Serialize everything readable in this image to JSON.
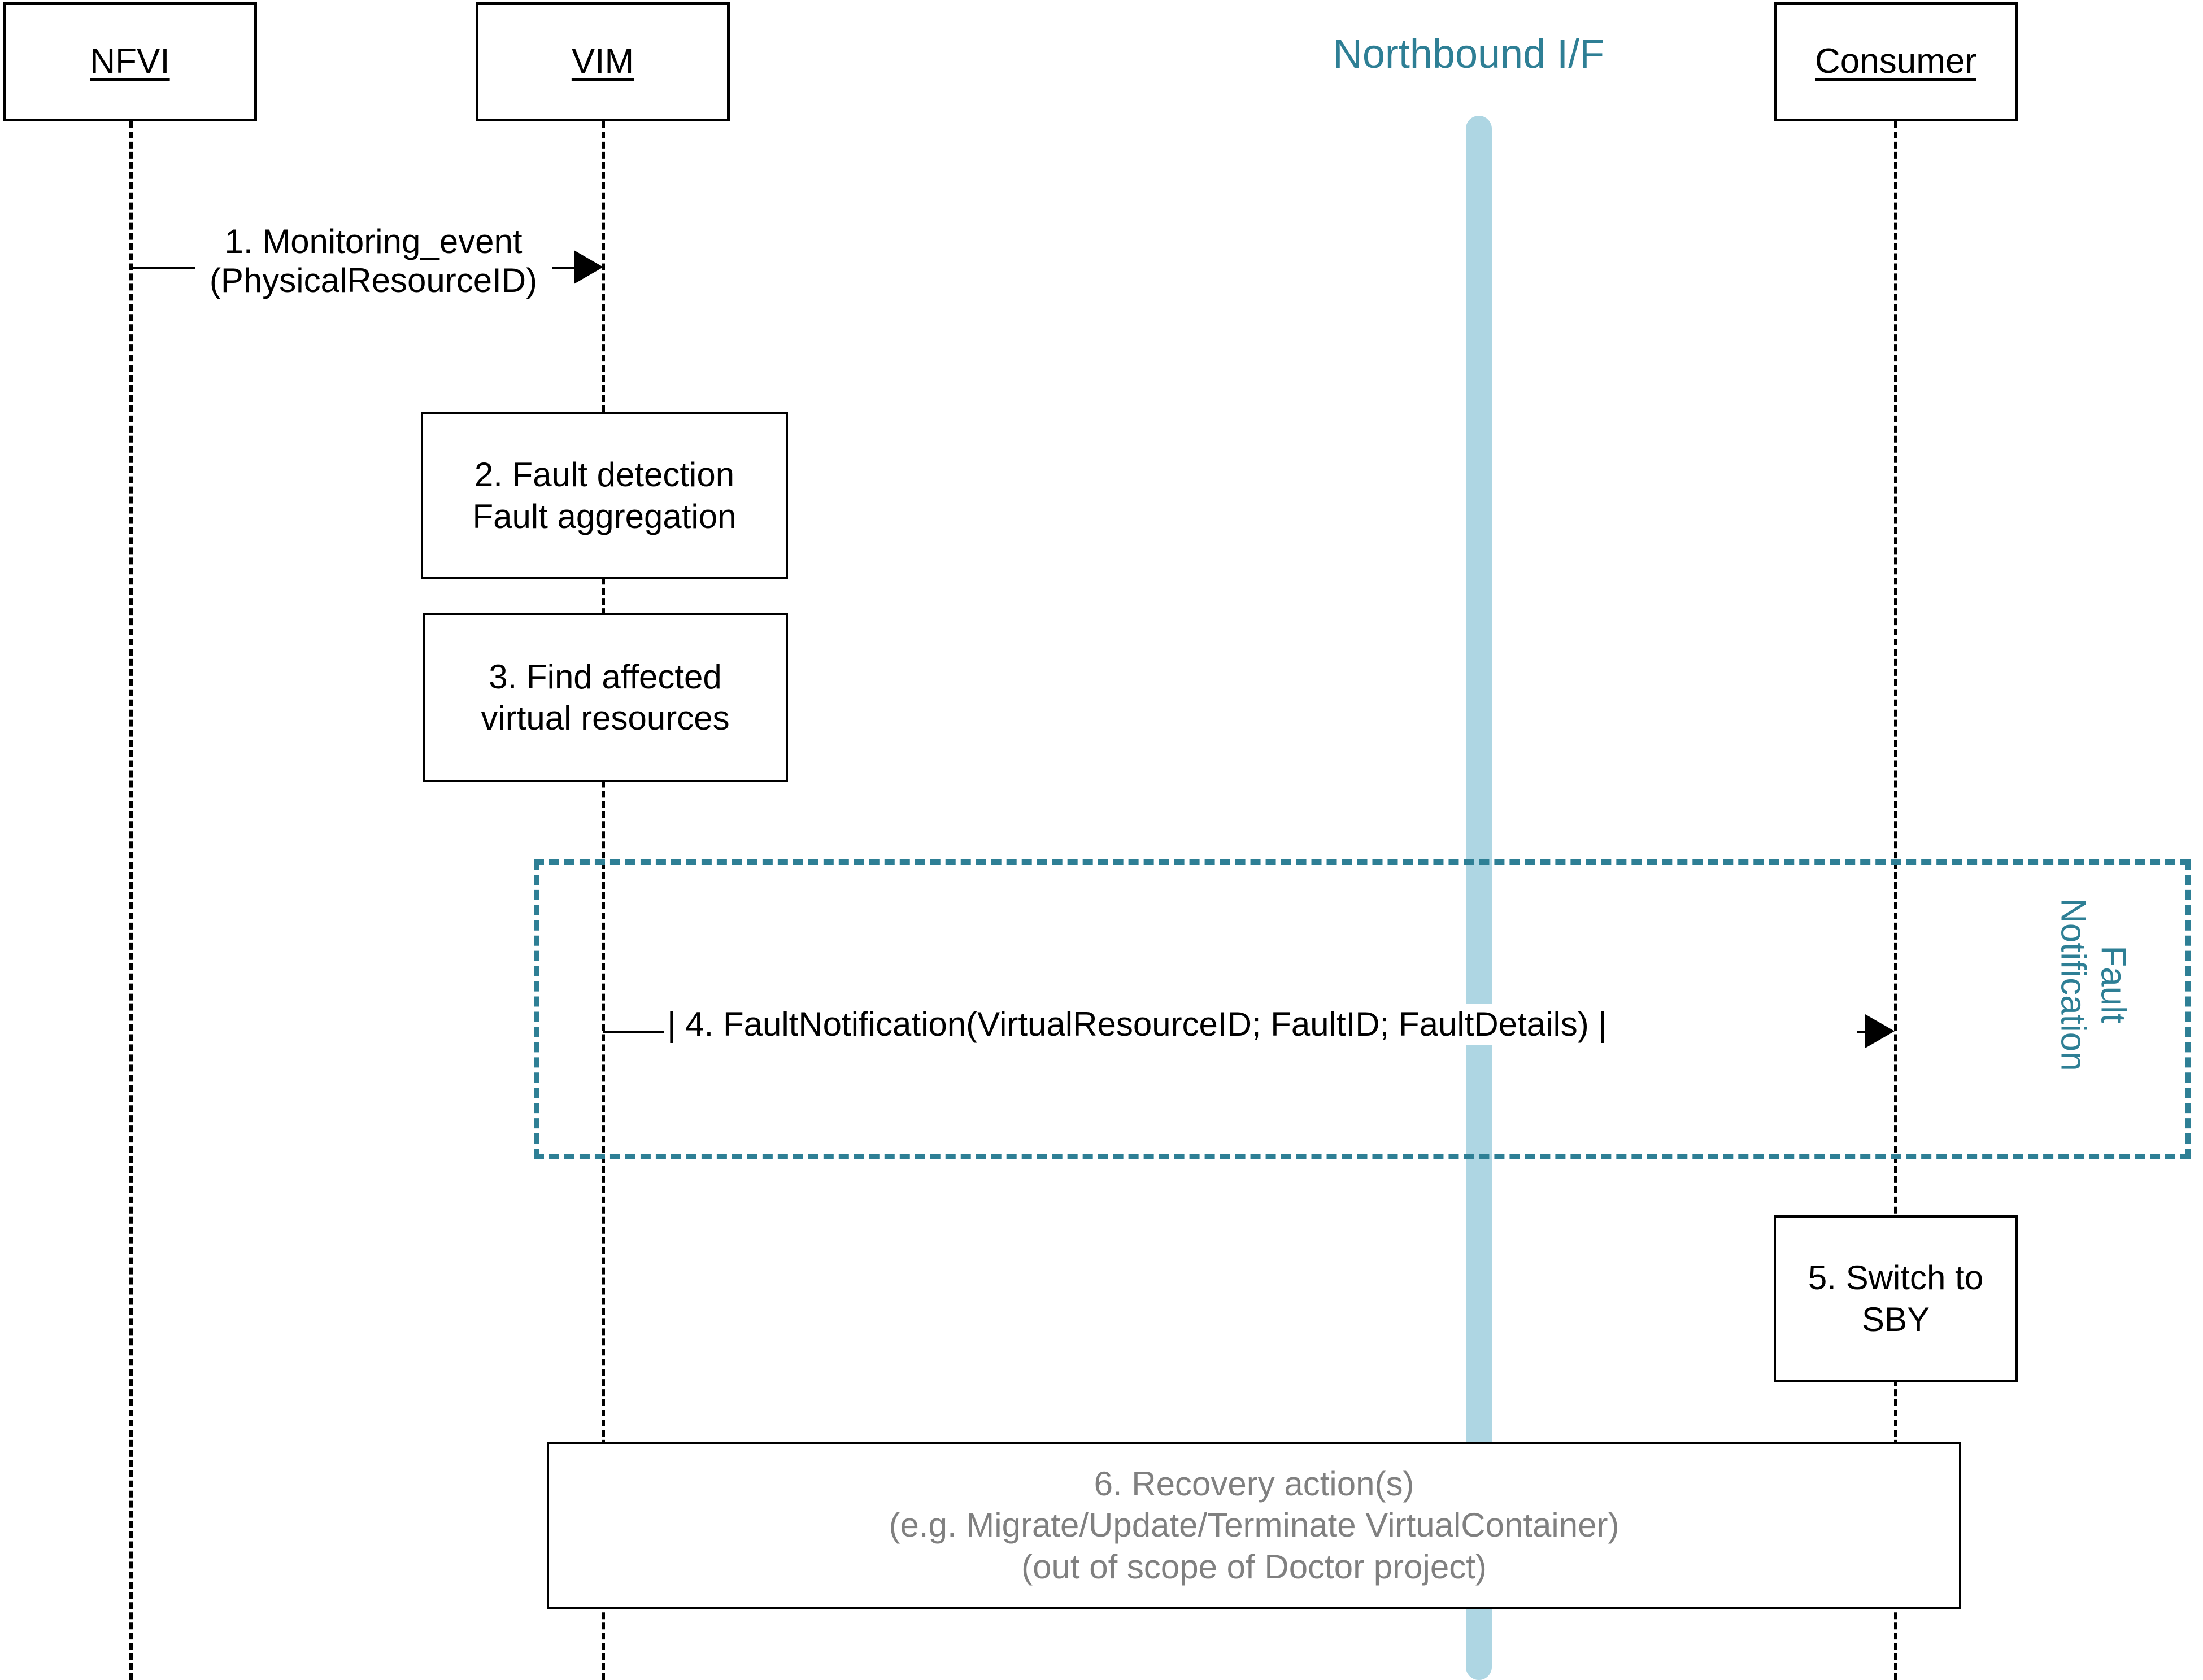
{
  "diagram": {
    "type": "uml-sequence-diagram",
    "title_text": "Northbound I/F",
    "colors": {
      "teal": "#2E7F95",
      "light_blue_bar": "#AED6E3",
      "black": "#000000",
      "muted_gray": "#808080",
      "background": "#FFFFFF"
    }
  },
  "lifelines": [
    {
      "id": "nfvi",
      "label": "NFVI"
    },
    {
      "id": "vim",
      "label": "VIM"
    },
    {
      "id": "northbound",
      "label": "Northbound I/F"
    },
    {
      "id": "consumer",
      "label": "Consumer"
    }
  ],
  "messages": [
    {
      "id": "msg1",
      "from": "nfvi",
      "to": "vim",
      "label_line1": "1. Monitoring_event",
      "label_line2": "(PhysicalResourceID)"
    },
    {
      "id": "msg4",
      "from": "vim",
      "to": "consumer",
      "label_line1": "| 4. FaultNotification(VirtualResourceID; FaultID; FaultDetails) |"
    }
  ],
  "actions": [
    {
      "id": "step2",
      "on": "vim",
      "lines": [
        "2. Fault detection",
        "Fault aggregation"
      ]
    },
    {
      "id": "step3",
      "on": "vim",
      "lines": [
        "3. Find affected",
        "virtual resources"
      ]
    },
    {
      "id": "step5",
      "on": "consumer",
      "lines": [
        "5. Switch to",
        "SBY"
      ]
    },
    {
      "id": "step6",
      "on": "span",
      "lines": [
        "6. Recovery action(s)",
        "(e.g. Migrate/Update/Terminate VirtualContainer)",
        "(out of scope of Doctor project)"
      ]
    }
  ],
  "fragment": {
    "id": "fault-notification-fragment",
    "label_line1": "Fault",
    "label_line2": "Notification"
  }
}
